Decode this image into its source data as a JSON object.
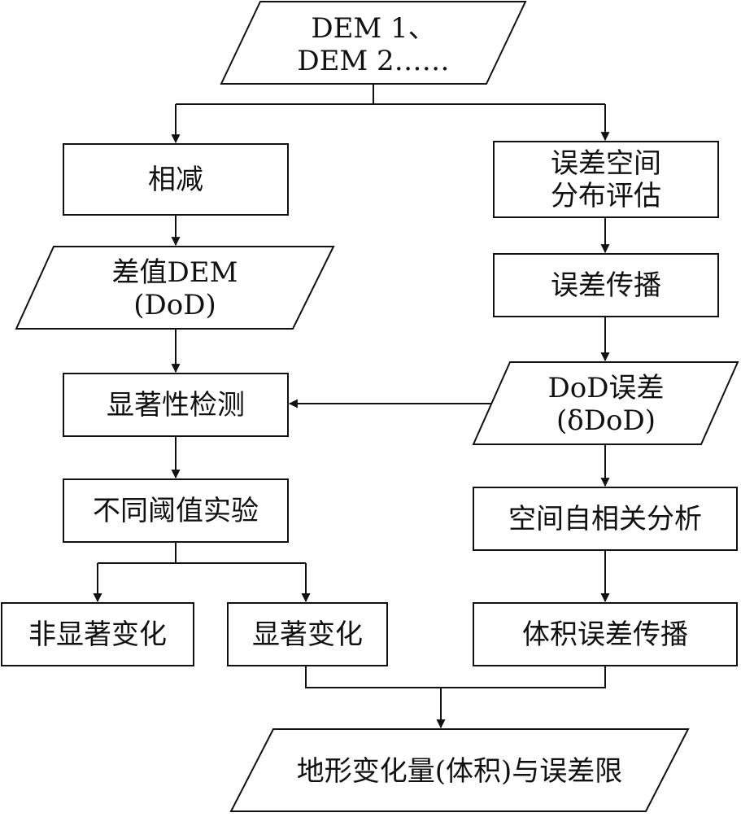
{
  "nodes": {
    "input": {
      "line1": "DEM 1、",
      "line2": "DEM 2……"
    },
    "subtract": {
      "label": "相减"
    },
    "dod": {
      "line1": "差值DEM",
      "line2": "(DoD)"
    },
    "significance": {
      "label": "显著性检测"
    },
    "threshold": {
      "label": "不同阈值实验"
    },
    "nonsig": {
      "label": "非显著变化"
    },
    "sig": {
      "label": "显著变化"
    },
    "error_spatial": {
      "line1": "误差空间",
      "line2": "分布评估"
    },
    "error_prop": {
      "label": "误差传播"
    },
    "dod_error": {
      "line1": "DoD误差",
      "line2": "(δDoD)"
    },
    "autocorr": {
      "label": "空间自相关分析"
    },
    "volume_error": {
      "label": "体积误差传播"
    },
    "output": {
      "label": "地形变化量(体积)与误差限"
    }
  }
}
